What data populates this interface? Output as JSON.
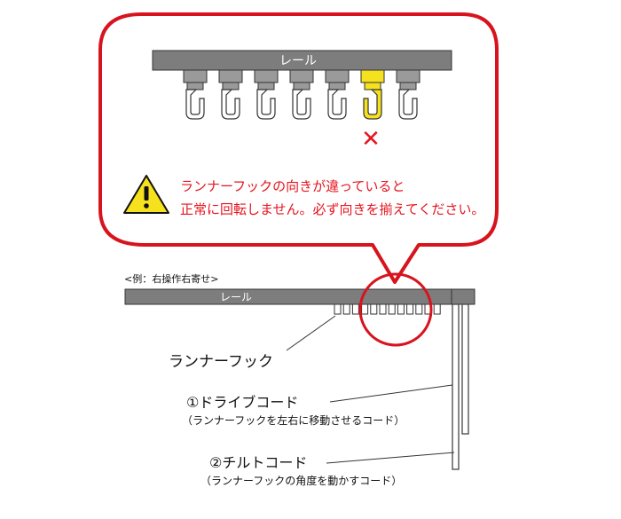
{
  "callout": {
    "rail_label": "レール",
    "error_mark": "✕",
    "warning_line1": "ランナーフックの向きが違っていると",
    "warning_line2": "正常に回転しません。必ず向きを揃えてください。",
    "hooks": [
      {
        "state": "ok"
      },
      {
        "state": "ok"
      },
      {
        "state": "ok"
      },
      {
        "state": "ok"
      },
      {
        "state": "ok"
      },
      {
        "state": "wrong"
      },
      {
        "state": "ok"
      }
    ]
  },
  "diagram": {
    "example_label": "<例：右操作右寄せ>",
    "rail_label": "レール",
    "runner_hook_label": "ランナーフック",
    "drive_cord_title": "①ドライブコード",
    "drive_cord_desc": "（ランナーフックを左右に移動させるコード）",
    "tilt_cord_title": "②チルトコード",
    "tilt_cord_desc": "（ランナーフックの角度を動かすコード）",
    "runner_count": 12
  },
  "colors": {
    "callout_red": "#d7141e",
    "rail_gray": "#7d7d7d",
    "hook_yellow": "#f5e11e",
    "warning_text": "#e6141e",
    "warning_triangle": "#f5e11e"
  }
}
